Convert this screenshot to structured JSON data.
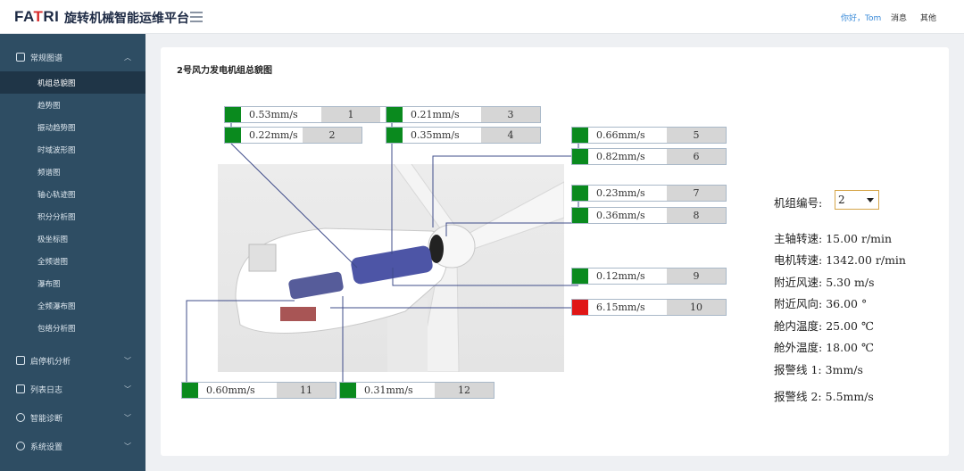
{
  "header": {
    "logo_main": "FA",
    "logo_accent": "T",
    "logo_rest": "RI",
    "app_title": "旋转机械智能运维平台",
    "greeting": "你好，Tom",
    "messages": "消息",
    "other": "其他"
  },
  "sidebar": {
    "sections": [
      {
        "label": "常规图谱",
        "items": [
          "机组总貌图",
          "趋势图",
          "振动趋势图",
          "时域波形图",
          "频谱图",
          "轴心轨迹图",
          "积分分析图",
          "极坐标图",
          "全频谱图",
          "瀑布图",
          "全频瀑布图",
          "包络分析图"
        ]
      },
      {
        "label": "启停机分析"
      },
      {
        "label": "列表日志"
      },
      {
        "label": "智能诊断"
      },
      {
        "label": "系统设置"
      }
    ]
  },
  "main": {
    "title": "2号风力发电机组总貌图",
    "sensors": [
      {
        "value": "0.53mm/s",
        "id": "1",
        "status": "normal"
      },
      {
        "value": "0.22mm/s",
        "id": "2",
        "status": "normal"
      },
      {
        "value": "0.21mm/s",
        "id": "3",
        "status": "normal"
      },
      {
        "value": "0.35mm/s",
        "id": "4",
        "status": "normal"
      },
      {
        "value": "0.66mm/s",
        "id": "5",
        "status": "normal"
      },
      {
        "value": "0.82mm/s",
        "id": "6",
        "status": "normal"
      },
      {
        "value": "0.23mm/s",
        "id": "7",
        "status": "normal"
      },
      {
        "value": "0.36mm/s",
        "id": "8",
        "status": "normal"
      },
      {
        "value": "0.12mm/s",
        "id": "9",
        "status": "normal"
      },
      {
        "value": "6.15mm/s",
        "id": "10",
        "status": "alarm"
      },
      {
        "value": "0.60mm/s",
        "id": "11",
        "status": "normal"
      },
      {
        "value": "0.31mm/s",
        "id": "12",
        "status": "normal"
      }
    ],
    "unit_label": "机组编号:",
    "unit_value": "2",
    "readings": [
      {
        "label": "主轴转速:",
        "value": "15.00 r/min"
      },
      {
        "label": "电机转速:",
        "value": "1342.00 r/min"
      },
      {
        "label": "附近风速:",
        "value": "5.30 m/s"
      },
      {
        "label": "附近风向:",
        "value": "36.00 °"
      },
      {
        "label": "舱内温度:",
        "value": "25.00 ℃"
      },
      {
        "label": "舱外温度:",
        "value": "18.00 ℃"
      },
      {
        "label": "报警线 1:",
        "value": "3mm/s"
      },
      {
        "label": "报警线 2:",
        "value": "5.5mm/s"
      }
    ]
  },
  "colors": {
    "sidebar": "#2e4d63",
    "normal": "#0a8a1e",
    "alarm": "#e01616",
    "link": "#3b8bd9"
  }
}
